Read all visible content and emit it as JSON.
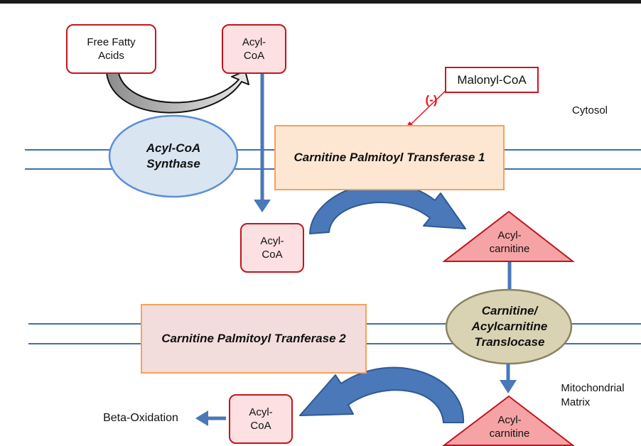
{
  "labels": {
    "free_fatty_acids": "Free Fatty\nAcids",
    "acyl_coa_top": "Acyl-\nCoA",
    "malonyl_coa": "Malonyl-CoA",
    "inhibition": "(-)",
    "cytosol": "Cytosol",
    "acyl_coa_synthase": "Acyl-CoA\nSynthase",
    "cpt1": "Carnitine Palmitoyl Transferase 1",
    "acyl_coa_mid": "Acyl-\nCoA",
    "acylcarnitine_top": "Acyl-\ncarnitine",
    "cpt2": "Carnitine Palmitoyl Tranferase 2",
    "translocase": "Carnitine/\nAcylcarnitine\nTranslocase",
    "mitochondrial_matrix": "Mitochondrial\nMatrix",
    "acyl_coa_bottom": "Acyl-\nCoA",
    "acylcarnitine_bottom": "Acyl-\ncarnitine",
    "beta_oxidation": "Beta-Oxidation"
  },
  "colors": {
    "membrane_line": "#3d6fb3",
    "blue_arrow": "#4a78b8",
    "blue_arrow_edge": "#2f5a94",
    "red_border": "#c0161e",
    "pink_fill": "#fde0e2",
    "orange_border": "#f4a25c",
    "synthase_fill": "#dae5f2",
    "translocase_fill": "#d9d3b4",
    "triangle_fill": "#f6a3a6"
  },
  "icons": [
    "curved-arrow-icon",
    "down-arrow-icon",
    "left-arrow-icon",
    "inhibition-arrow-icon"
  ]
}
